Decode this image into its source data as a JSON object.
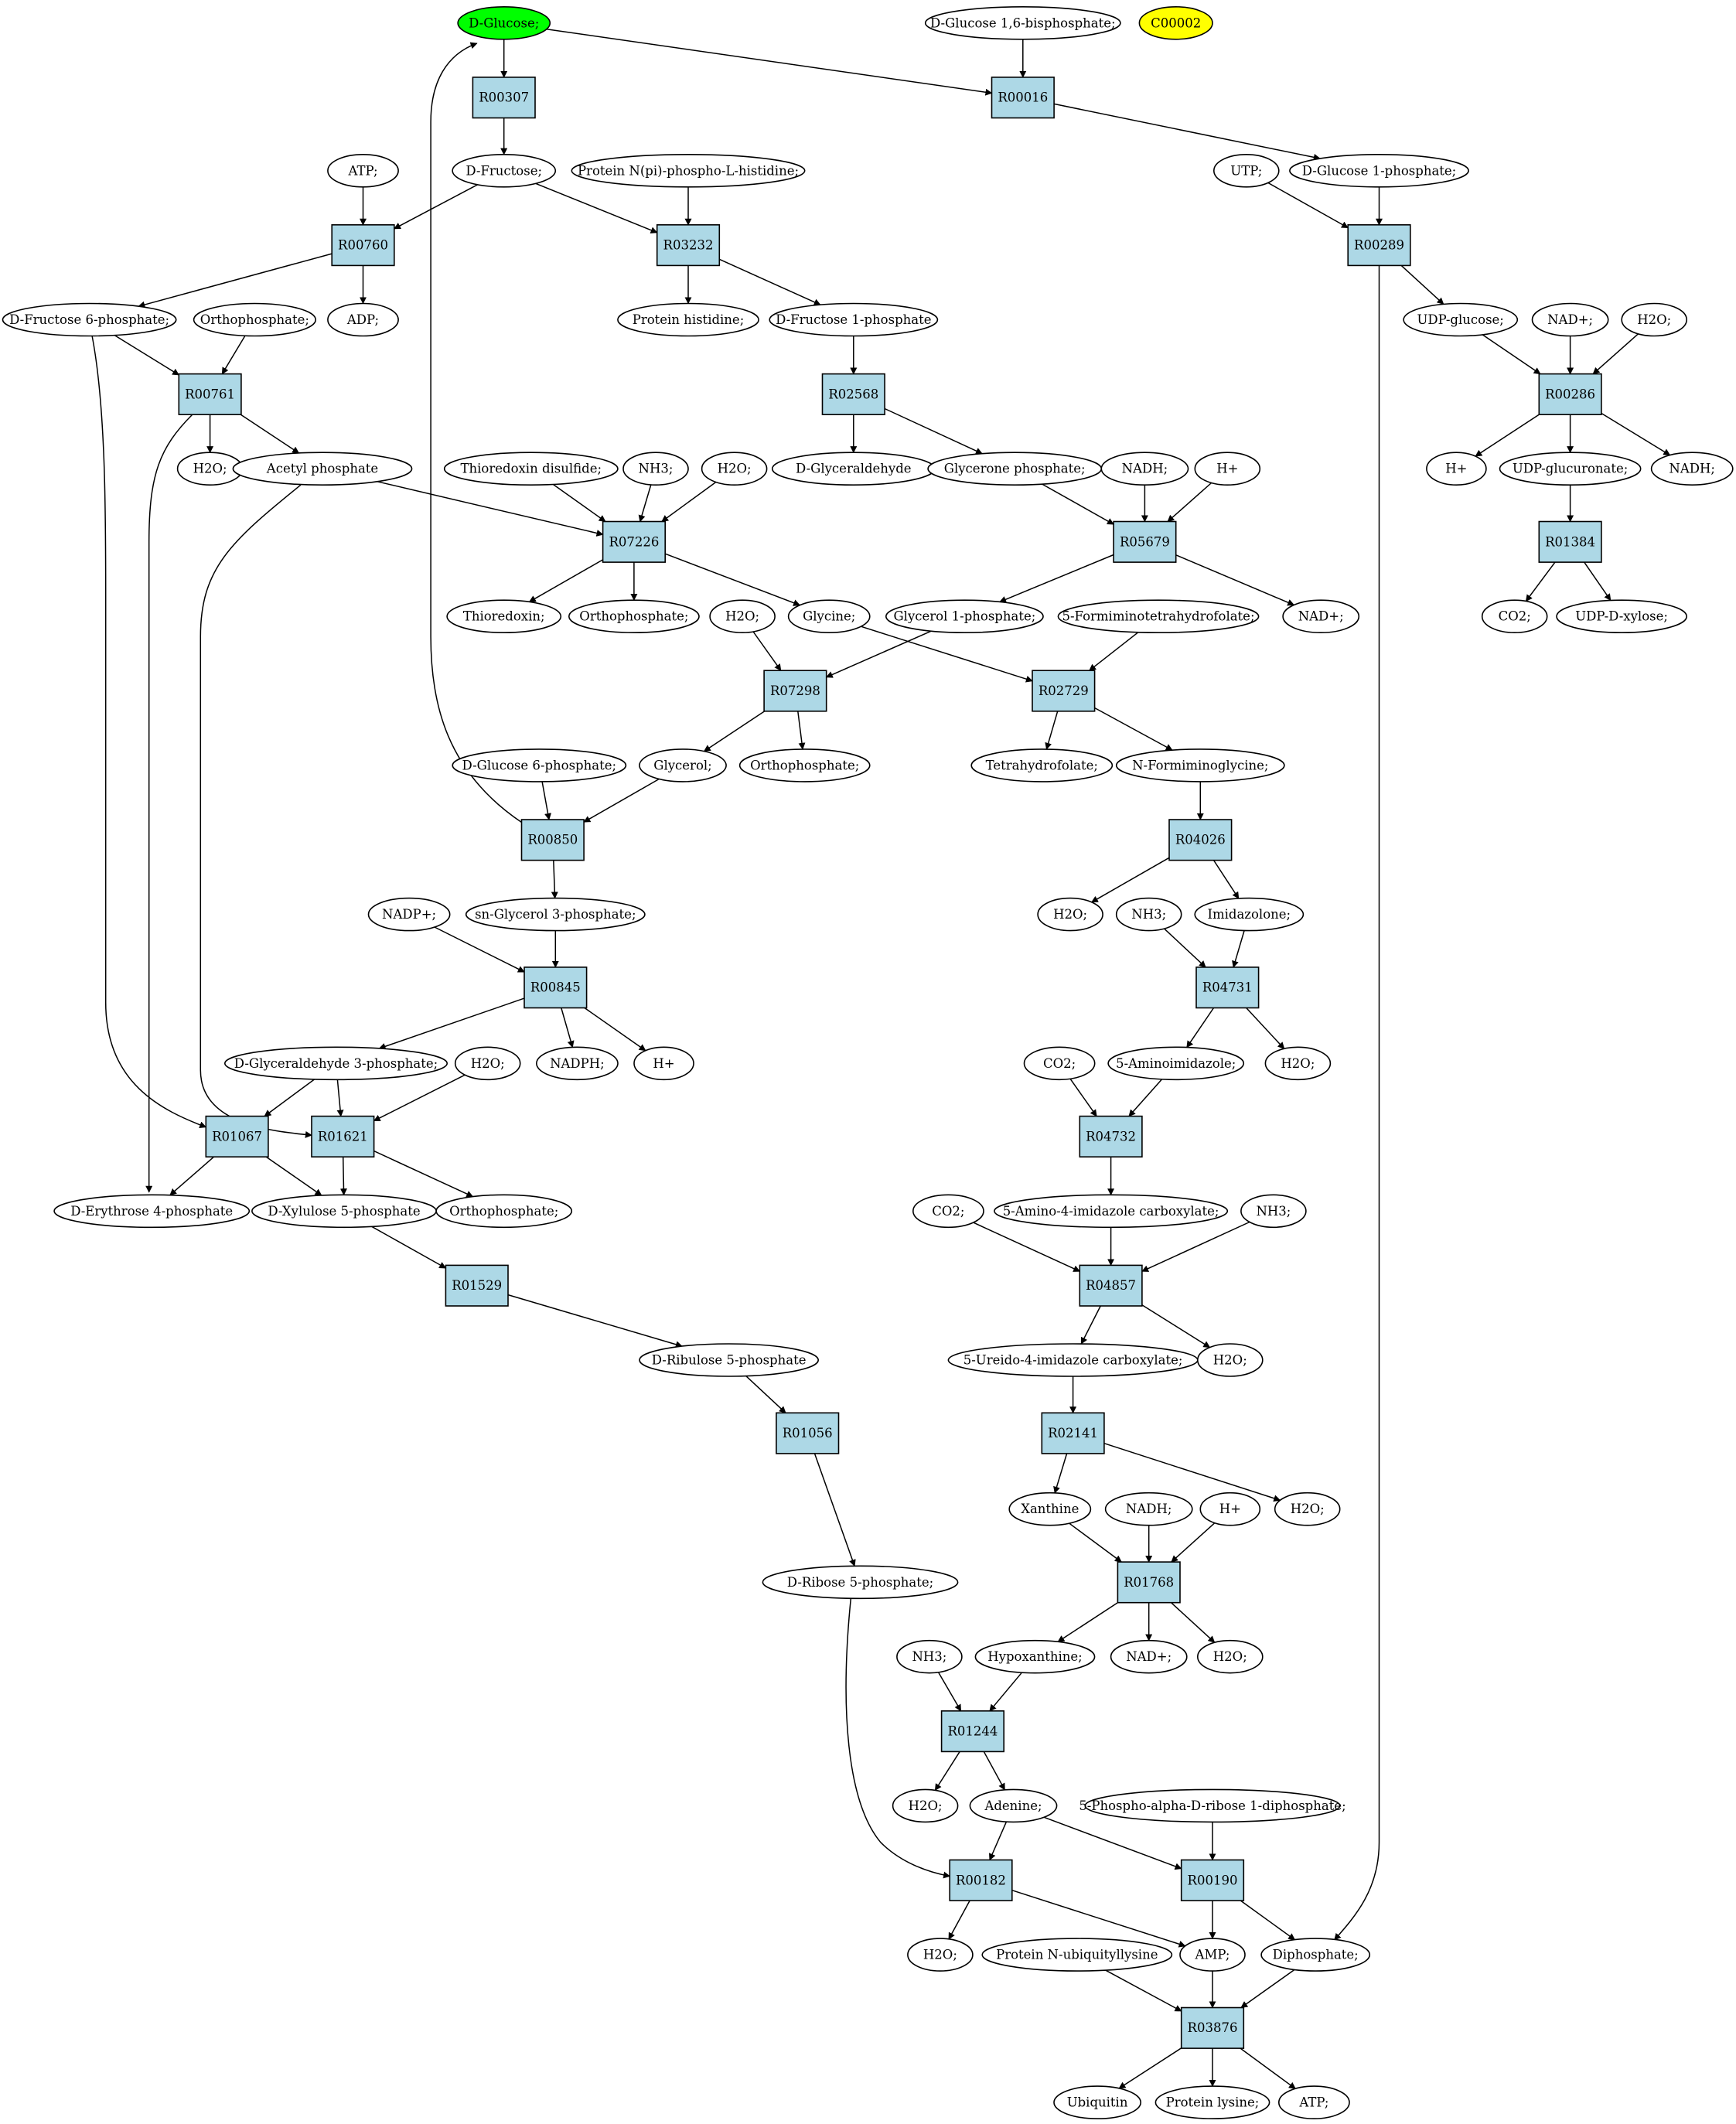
{
  "colors": {
    "start_node": "#00ff00",
    "special_node": "#ffff00",
    "reaction_fill": "#add8e6",
    "compound_fill": "#ffffff",
    "stroke": "#000000"
  },
  "compounds": {
    "dglucose": "D-Glucose;",
    "dglc16bp": "D-Glucose 1,6-bisphosphate;",
    "c00002": "C00002",
    "dfructose": "D-Fructose;",
    "protnph": "Protein N(pi)-phospho-L-histidine;",
    "atp1": "ATP;",
    "utp": "UTP;",
    "dglc1p": "D-Glucose 1-phosphate;",
    "dfru6p": "D-Fructose 6-phosphate;",
    "orthop1": "Orthophosphate;",
    "adp": "ADP;",
    "prothis": "Protein histidine;",
    "dfru1p": "D-Fructose 1-phosphate",
    "udpglc": "UDP-glucose;",
    "nadp_a": "NAD+;",
    "h2o_a": "H2O;",
    "h2o_b": "H2O;",
    "acetylp": "Acetyl phosphate",
    "trxss": "Thioredoxin disulfide;",
    "nh3_a": "NH3;",
    "h2o_c": "H2O;",
    "dgald": "D-Glyceraldehyde",
    "glyp": "Glycerone phosphate;",
    "nadh_a": "NADH;",
    "hplus_a": "H+",
    "hplus_b": "H+",
    "udpglcua": "UDP-glucuronate;",
    "nadh_b": "NADH;",
    "trx": "Thioredoxin;",
    "orthop2": "Orthophosphate;",
    "h2o_d": "H2O;",
    "glycine": "Glycine;",
    "gly1p": "Glycerol 1-phosphate;",
    "fthf": "5-Formiminotetrahydrofolate;",
    "nadp_b": "NAD+;",
    "co2_a": "CO2;",
    "udpxyl": "UDP-D-xylose;",
    "dglc6p": "D-Glucose 6-phosphate;",
    "glycerol": "Glycerol;",
    "orthop3": "Orthophosphate;",
    "thf": "Tetrahydrofolate;",
    "nfgly": "N-Formiminoglycine;",
    "nadpplus": "NADP+;",
    "sngly3p": "sn-Glycerol 3-phosphate;",
    "h2o_e": "H2O;",
    "nh3_b": "NH3;",
    "imidazolone": "Imidazolone;",
    "dga3p": "D-Glyceraldehyde 3-phosphate;",
    "h2o_f": "H2O;",
    "nadph": "NADPH;",
    "hplus_c": "H+",
    "aminoimid": "5-Aminoimidazole;",
    "co2_b": "CO2;",
    "h2o_g": "H2O;",
    "dery4p": "D-Erythrose 4-phosphate",
    "dxyl5p": "D-Xylulose 5-phosphate",
    "orthop4": "Orthophosphate;",
    "co2_c": "CO2;",
    "aica": "5-Amino-4-imidazole carboxylate;",
    "nh3_c": "NH3;",
    "drib5p_a": "D-Ribulose 5-phosphate",
    "ureido": "5-Ureido-4-imidazole carboxylate;",
    "h2o_h": "H2O;",
    "xanthine": "Xanthine",
    "nadh_c": "NADH;",
    "hplus_d": "H+",
    "h2o_i": "H2O;",
    "drib5p_b": "D-Ribose 5-phosphate;",
    "nh3_d": "NH3;",
    "hypox": "Hypoxanthine;",
    "nadp_c": "NAD+;",
    "h2o_j": "H2O;",
    "h2o_k": "H2O;",
    "adenine": "Adenine;",
    "prpp": "5-Phospho-alpha-D-ribose 1-diphosphate;",
    "h2o_l": "H2O;",
    "protubl": "Protein N-ubiquityllysine",
    "amp": "AMP;",
    "diphos": "Diphosphate;",
    "ubiquitin": "Ubiquitin",
    "protlys": "Protein lysine;",
    "atp2": "ATP;"
  },
  "reactions": {
    "R00307": "R00307",
    "R00016": "R00016",
    "R00760": "R00760",
    "R03232": "R03232",
    "R00289": "R00289",
    "R00761": "R00761",
    "R02568": "R02568",
    "R00286": "R00286",
    "R07226": "R07226",
    "R05679": "R05679",
    "R01384": "R01384",
    "R07298": "R07298",
    "R02729": "R02729",
    "R00850": "R00850",
    "R04026": "R04026",
    "R00845": "R00845",
    "R04731": "R04731",
    "R01067": "R01067",
    "R01621": "R01621",
    "R04732": "R04732",
    "R04857": "R04857",
    "R01529": "R01529",
    "R01056": "R01056",
    "R02141": "R02141",
    "R01768": "R01768",
    "R01244": "R01244",
    "R00182": "R00182",
    "R00190": "R00190",
    "R03876": "R03876"
  }
}
